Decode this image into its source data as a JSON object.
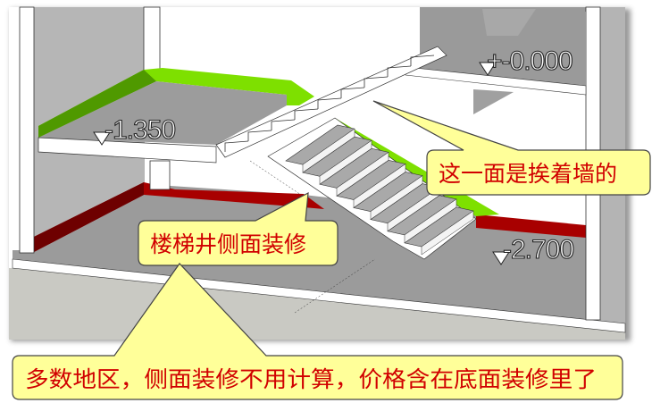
{
  "elevations": {
    "upper_left_landing": "-1.350",
    "upper_right_floor": "+-0.000",
    "lower_floor": "-2.700"
  },
  "callouts": {
    "wall_side": "这一面是挨着墙的",
    "stairwell_side_finish": "楼梯井侧面装修",
    "note": "多数地区，侧面装修不用计算，价格含在底面装修里了"
  },
  "colors": {
    "wall_adjacent_face": "#7ee000",
    "stairwell_side_face": "#a80000",
    "callout_fill": "#ffff99",
    "callout_text": "#d10000"
  }
}
